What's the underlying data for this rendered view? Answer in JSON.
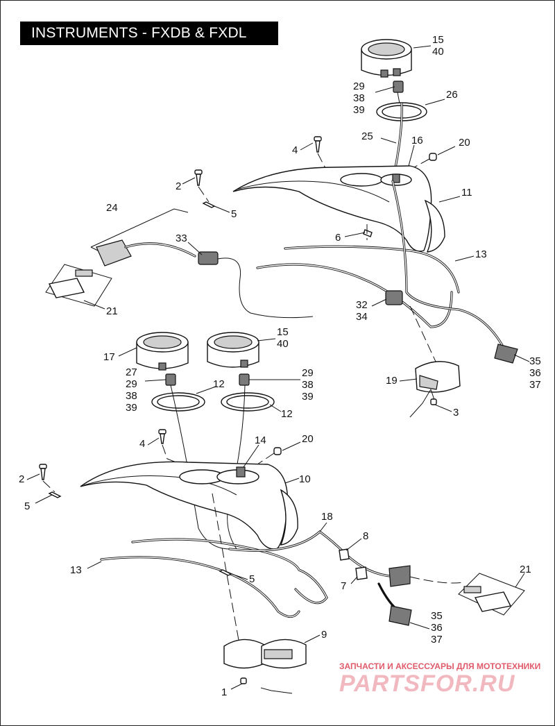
{
  "title": "INSTRUMENTS - FXDB & FXDL",
  "watermark": {
    "subtitle": "ЗАПЧАСТИ И АКСЕССУАРЫ ДЛЯ МОТОТЕХНИКИ",
    "brand": "PARTSFOR.RU",
    "color": "#e05a6a"
  },
  "callouts": [
    {
      "id": "c15a",
      "lines": [
        "15",
        "40"
      ]
    },
    {
      "id": "c29a",
      "lines": [
        "29",
        "38",
        "39"
      ]
    },
    {
      "id": "c26",
      "lines": [
        "26"
      ]
    },
    {
      "id": "c25",
      "lines": [
        "25"
      ]
    },
    {
      "id": "c16",
      "lines": [
        "16"
      ]
    },
    {
      "id": "c20a",
      "lines": [
        "20"
      ]
    },
    {
      "id": "c4a",
      "lines": [
        "4"
      ]
    },
    {
      "id": "c2a",
      "lines": [
        "2"
      ]
    },
    {
      "id": "c5a",
      "lines": [
        "5"
      ]
    },
    {
      "id": "c11",
      "lines": [
        "11"
      ]
    },
    {
      "id": "c24",
      "lines": [
        "24"
      ]
    },
    {
      "id": "c33",
      "lines": [
        "33"
      ]
    },
    {
      "id": "c6",
      "lines": [
        "6"
      ]
    },
    {
      "id": "c13a",
      "lines": [
        "13"
      ]
    },
    {
      "id": "c21a",
      "lines": [
        "21"
      ]
    },
    {
      "id": "c32",
      "lines": [
        "32",
        "34"
      ]
    },
    {
      "id": "c15b",
      "lines": [
        "15",
        "40"
      ]
    },
    {
      "id": "c17",
      "lines": [
        "17"
      ]
    },
    {
      "id": "c27",
      "lines": [
        "27",
        "29",
        "38",
        "39"
      ]
    },
    {
      "id": "c12a",
      "lines": [
        "12"
      ]
    },
    {
      "id": "c29b",
      "lines": [
        "29",
        "38",
        "39"
      ]
    },
    {
      "id": "c12b",
      "lines": [
        "12"
      ]
    },
    {
      "id": "c35a",
      "lines": [
        "35",
        "36",
        "37"
      ]
    },
    {
      "id": "c19",
      "lines": [
        "19"
      ]
    },
    {
      "id": "c3",
      "lines": [
        "3"
      ]
    },
    {
      "id": "c4b",
      "lines": [
        "4"
      ]
    },
    {
      "id": "c14",
      "lines": [
        "14"
      ]
    },
    {
      "id": "c20b",
      "lines": [
        "20"
      ]
    },
    {
      "id": "c2b",
      "lines": [
        "2"
      ]
    },
    {
      "id": "c10",
      "lines": [
        "10"
      ]
    },
    {
      "id": "c5b",
      "lines": [
        "5"
      ]
    },
    {
      "id": "c18",
      "lines": [
        "18"
      ]
    },
    {
      "id": "c8",
      "lines": [
        "8"
      ]
    },
    {
      "id": "c13b",
      "lines": [
        "13"
      ]
    },
    {
      "id": "c5c",
      "lines": [
        "5"
      ]
    },
    {
      "id": "c7",
      "lines": [
        "7"
      ]
    },
    {
      "id": "c21b",
      "lines": [
        "21"
      ]
    },
    {
      "id": "c35b",
      "lines": [
        "35",
        "36",
        "37"
      ]
    },
    {
      "id": "c9",
      "lines": [
        "9"
      ]
    },
    {
      "id": "c1",
      "lines": [
        "1"
      ]
    }
  ]
}
